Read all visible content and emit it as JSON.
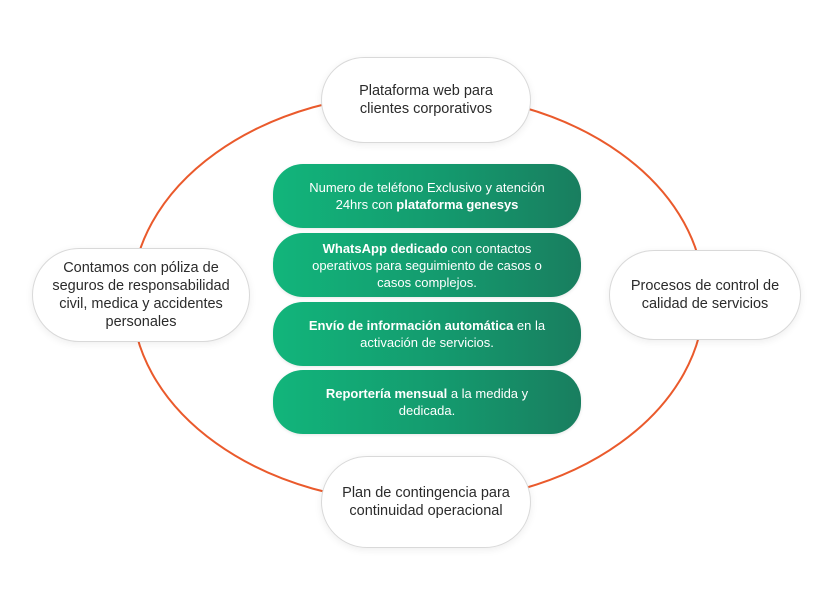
{
  "colors": {
    "ring": "#ea5a2c",
    "service_gradient_start": "#12b57b",
    "service_gradient_end": "#197e5f",
    "node_border": "#d9d9d9",
    "node_text": "#2b2b2b",
    "service_text": "#ffffff"
  },
  "nodes": {
    "top": "Plataforma web para clientes corporativos",
    "left": "Contamos con póliza de seguros de responsabilidad civil, medica y accidentes personales",
    "right": "Procesos de control de calidad de servicios",
    "bottom": "Plan de contingencia para continuidad operacional"
  },
  "services": [
    {
      "before": "Numero de teléfono Exclusivo y atención 24hrs con ",
      "bold": "plataforma genesys",
      "after": ""
    },
    {
      "before": "",
      "bold": "WhatsApp dedicado",
      "after": " con contactos operativos para seguimiento de casos o casos complejos."
    },
    {
      "before": "",
      "bold": "Envío de información automática",
      "after": " en la activación de servicios."
    },
    {
      "before": "",
      "bold": "Reportería mensual",
      "after": " a la medida y dedicada."
    }
  ]
}
